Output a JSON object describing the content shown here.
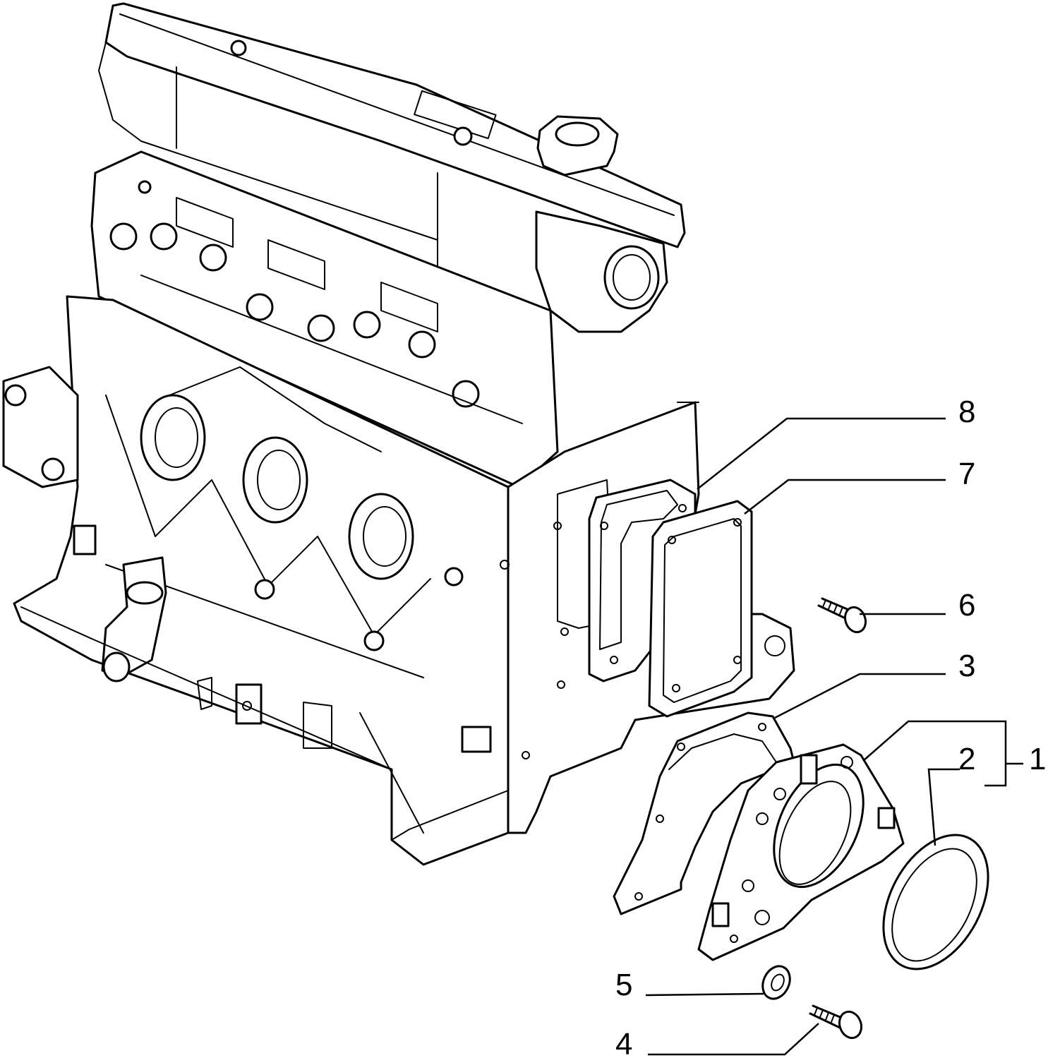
{
  "callouts": [
    {
      "id": "1",
      "label": "1"
    },
    {
      "id": "2",
      "label": "2"
    },
    {
      "id": "3",
      "label": "3"
    },
    {
      "id": "4",
      "label": "4"
    },
    {
      "id": "5",
      "label": "5"
    },
    {
      "id": "6",
      "label": "6"
    },
    {
      "id": "7",
      "label": "7"
    },
    {
      "id": "8",
      "label": "8"
    }
  ],
  "colors": {
    "line": "#000000",
    "background": "#ffffff"
  },
  "parts": [
    {
      "callout": "1",
      "name": "rear-crankshaft-seal-carrier-assembly"
    },
    {
      "callout": "2",
      "name": "crankshaft-oil-seal-ring"
    },
    {
      "callout": "3",
      "name": "rear-cover-gasket"
    },
    {
      "callout": "4",
      "name": "hex-bolt"
    },
    {
      "callout": "5",
      "name": "washer"
    },
    {
      "callout": "6",
      "name": "hex-bolt"
    },
    {
      "callout": "7",
      "name": "cover-plate"
    },
    {
      "callout": "8",
      "name": "cover-plate-gasket"
    }
  ]
}
